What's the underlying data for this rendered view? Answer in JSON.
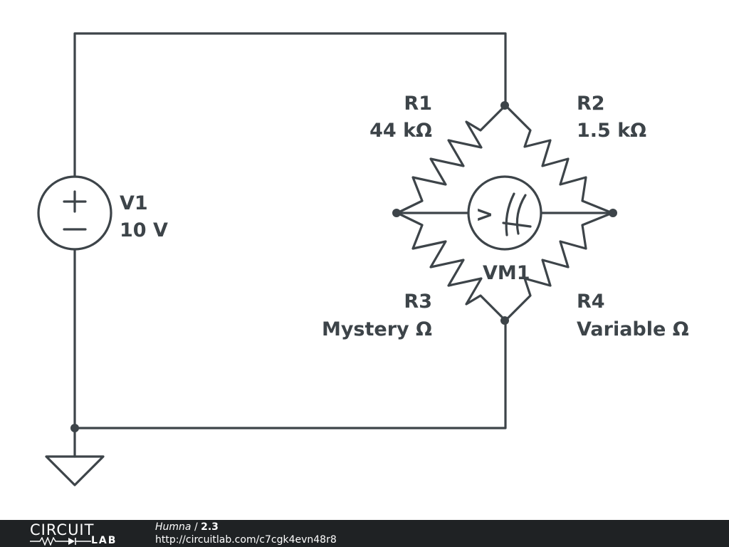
{
  "components": {
    "v1": {
      "name": "V1",
      "value": "10 V",
      "plus": "+",
      "minus": "−"
    },
    "r1": {
      "name": "R1",
      "value": "44 kΩ"
    },
    "r2": {
      "name": "R2",
      "value": "1.5 kΩ"
    },
    "r3": {
      "name": "R3",
      "value": "Mystery Ω"
    },
    "r4": {
      "name": "R4",
      "value": "Variable Ω"
    },
    "vm1": {
      "name": "VM1",
      "symbol": ">"
    }
  },
  "footer": {
    "logo_top": "CIRCUIT",
    "logo_bottom": "LAB",
    "author": "Humna",
    "separator": " / ",
    "version": "2.3",
    "url": "http://circuitlab.com/c7cgk4evn48r8"
  },
  "colors": {
    "ink": "#3d4449",
    "footer_bg": "#1f2224",
    "background": "#ffffff"
  }
}
